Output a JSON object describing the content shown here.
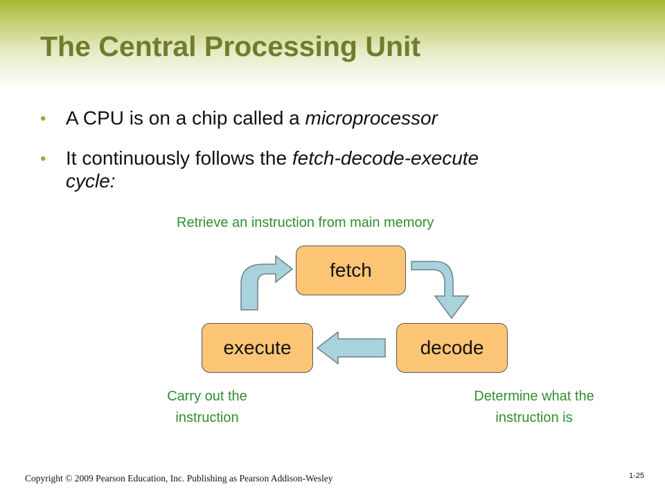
{
  "title": "The Central Processing Unit",
  "bullets": [
    {
      "prefix": "A CPU is on a chip called a ",
      "italic": "microprocessor",
      "suffix": ""
    },
    {
      "prefix": "It continuously follows the ",
      "italic": "fetch-decode-execute",
      "suffix": "",
      "line2_italic": "cycle:"
    }
  ],
  "diagram": {
    "nodes": {
      "fetch": "fetch",
      "decode": "decode",
      "execute": "execute"
    },
    "captions": {
      "fetch": "Retrieve an instruction from main memory",
      "decode_line1": "Determine what the",
      "decode_line2": "instruction is",
      "execute_line1": "Carry out the",
      "execute_line2": "instruction"
    },
    "colors": {
      "box_fill": "#fbc575",
      "arrow_fill": "#a8d3dc",
      "caption": "#2f8e2f",
      "title": "#6e7d2c",
      "bullet_dot": "#9aab3a"
    }
  },
  "footer": {
    "copyright": "Copyright © 2009 Pearson Education, Inc. Publishing as Pearson Addison-Wesley",
    "page": "1-25"
  }
}
